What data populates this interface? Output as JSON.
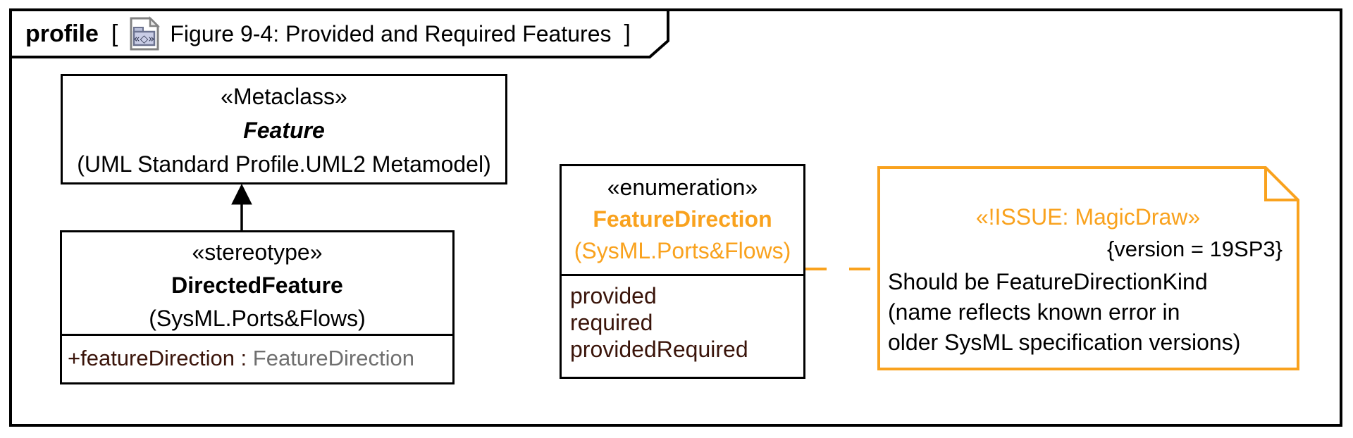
{
  "frame": {
    "kind_label": "profile",
    "bracket_open": "[",
    "title": "Figure 9-4: Provided and Required Features",
    "bracket_close": "]",
    "icon": "profile-diagram-icon"
  },
  "metaclass_box": {
    "stereotype": "«Metaclass»",
    "name": "Feature",
    "package": "(UML Standard Profile.UML2 Metamodel)"
  },
  "stereotype_box": {
    "stereotype": "«stereotype»",
    "name": "DirectedFeature",
    "package": "(SysML.Ports&Flows)",
    "attribute": {
      "name": "+featureDirection",
      "separator": " : ",
      "type": "FeatureDirection"
    }
  },
  "enumeration_box": {
    "stereotype": "«enumeration»",
    "name": "FeatureDirection",
    "package": "(SysML.Ports&Flows)",
    "literals": [
      "provided",
      "required",
      "providedRequired"
    ]
  },
  "note": {
    "stereotype": "«!ISSUE: MagicDraw»",
    "tagged_value": "{version = 19SP3}",
    "body": "Should be FeatureDirectionKind\n(name reflects known error in\nolder SysML specification versions)"
  },
  "connectors": {
    "generalization": "DirectedFeature-to-Feature",
    "note_anchor": "FeatureDirection-to-note"
  },
  "colors": {
    "accent_orange": "#f9a21e",
    "attribute_maroon": "#3a140a",
    "type_gray": "#6f6f6f",
    "line_black": "#000000"
  }
}
